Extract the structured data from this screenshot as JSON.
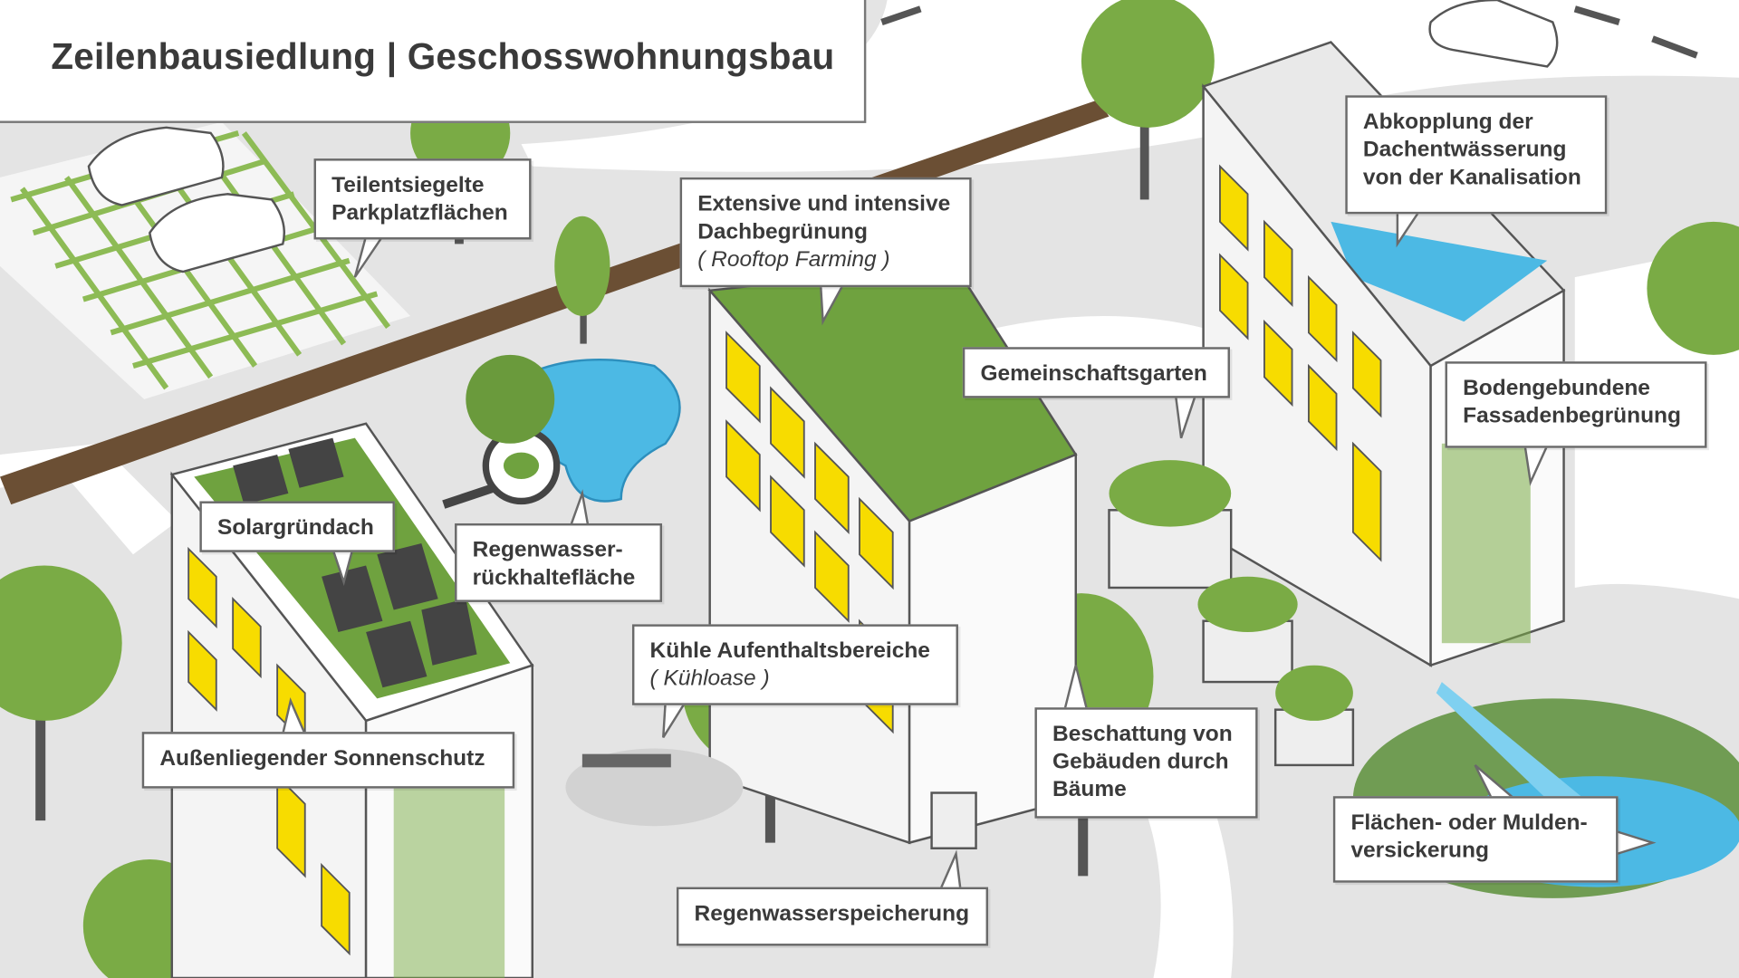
{
  "title": "Zeilenbausiedlung | Geschosswohnungsbau",
  "labels": {
    "parking": [
      "Teilentsiegelte",
      "Parkplatzflächen"
    ],
    "roof_green": [
      "Extensive und intensive",
      "Dachbegrünung"
    ],
    "roof_green_sub": "( Rooftop Farming )",
    "decoupling": [
      "Abkopplung der",
      "Dachentwässerung",
      "von der Kanalisation"
    ],
    "community_garden": "Gemeinschaftsgarten",
    "facade_green": [
      "Bodengebundene",
      "Fassadenbegrünung"
    ],
    "solar_roof": "Solargründach",
    "retention": [
      "Regenwasser-",
      "rückhaltefläche"
    ],
    "cool_areas": "Kühle Aufenthaltsbereiche",
    "cool_areas_sub": "( Kühloase )",
    "sun_protection": "Außenliegender Sonnenschutz",
    "tree_shading": [
      "Beschattung von",
      "Gebäuden durch",
      "Bäume"
    ],
    "infiltration": [
      "Flächen- oder Mulden-",
      "versickerung"
    ],
    "storage": "Regenwasserspeicherung"
  },
  "colors": {
    "green": "#7aab45",
    "window": "#f7dc00",
    "water": "#4cb9e4",
    "path": "#6b4f34"
  }
}
